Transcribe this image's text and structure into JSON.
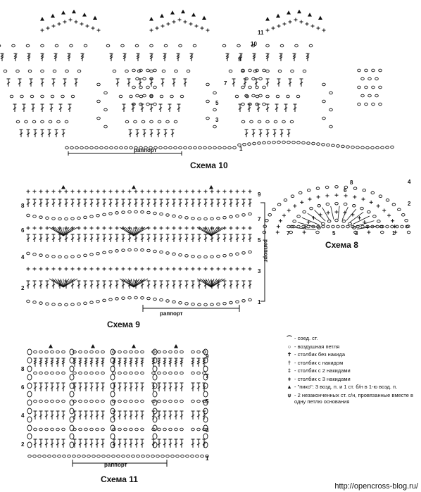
{
  "scheme10": {
    "title": "Схема 10",
    "repeat_label": "раппорт",
    "row_numbers": [
      "1",
      "3",
      "5",
      "7",
      "9",
      "10",
      "11"
    ]
  },
  "scheme9": {
    "title": "Схема 9",
    "repeat_label": "раппорт",
    "side_label": "раппорт",
    "row_numbers": [
      "1",
      "2",
      "3",
      "4",
      "5",
      "6",
      "7",
      "8",
      "9"
    ]
  },
  "scheme8": {
    "title": "Схема 8",
    "row_numbers": [
      "1",
      "2",
      "3",
      "4",
      "5",
      "6",
      "7",
      "8"
    ]
  },
  "scheme11": {
    "title": "Схема 11",
    "repeat_label": "раппорт",
    "row_numbers": [
      "1",
      "2",
      "3",
      "4",
      "5",
      "6",
      "7",
      "8",
      "9"
    ]
  },
  "legend": [
    {
      "symbol": "⌒",
      "text": "- соед. ст."
    },
    {
      "symbol": "○",
      "text": "- воздушная петля"
    },
    {
      "symbol": "✝",
      "text": "- столбик без накида"
    },
    {
      "symbol": "†",
      "text": "- столбик с накидом"
    },
    {
      "symbol": "‡",
      "text": "- столбик с 2 накидами"
    },
    {
      "symbol": "⧧",
      "text": "- столбик с 3 накидами"
    },
    {
      "symbol": "▲",
      "text": "- \"пико\": 3 возд. п. и 1 ст. б/н в 1-ю возд. п."
    },
    {
      "symbol": "⍦",
      "text": "- 2 незаконченных ст. с/н, провязанные вместе в одну петлю основания"
    }
  ],
  "footer": {
    "url": "http://opencross-blog.ru/"
  }
}
